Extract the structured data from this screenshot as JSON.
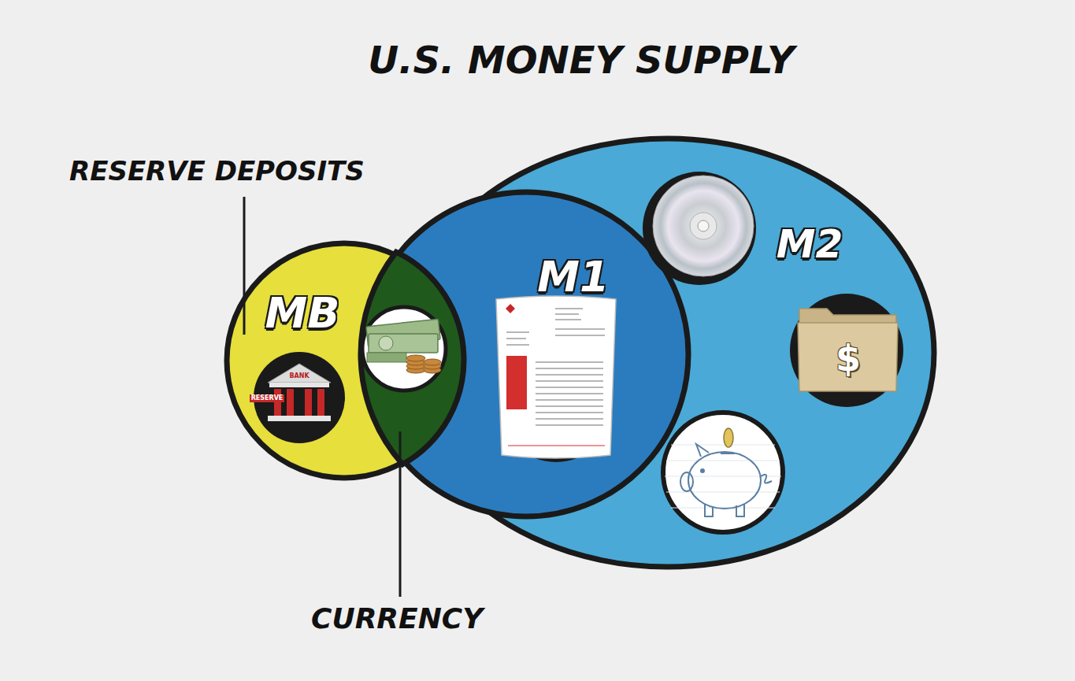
{
  "diagram": {
    "title": "U.S. MONEY SUPPLY",
    "nodes": [
      {
        "text": [
          "MB"
        ]
      },
      {
        "text": [
          "M2"
        ]
      },
      {
        "text": [
          "M1"
        ],
        "in": 1
      }
    ],
    "labels": [
      "RESERVE DEPOSITS",
      "RESERVE",
      "BANK",
      "$",
      "CURRENCY"
    ]
  }
}
